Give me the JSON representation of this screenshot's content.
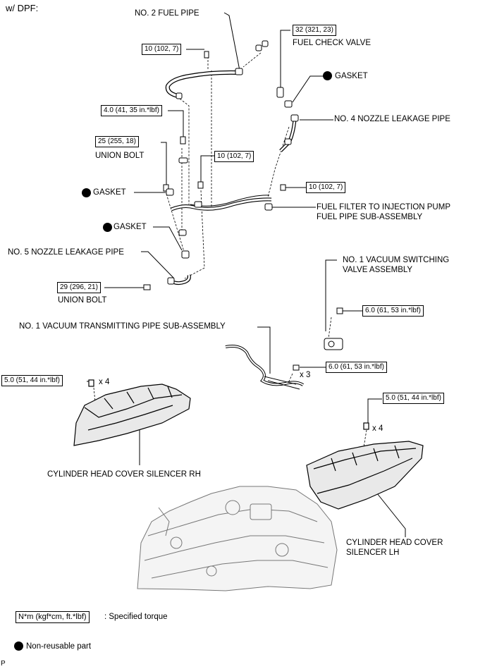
{
  "header": {
    "variant": "w/ DPF:"
  },
  "labels": {
    "no2_fuel_pipe": "NO. 2 FUEL PIPE",
    "fuel_check_valve": "FUEL CHECK VALVE",
    "gasket": "GASKET",
    "no4_nozzle_leakage_pipe": "NO. 4 NOZZLE LEAKAGE PIPE",
    "union_bolt": "UNION BOLT",
    "fuel_filter_pipe_line1": "FUEL FILTER TO INJECTION PUMP",
    "fuel_filter_pipe_line2": "FUEL PIPE SUB-ASSEMBLY",
    "no5_nozzle_leakage_pipe": "NO. 5 NOZZLE LEAKAGE PIPE",
    "vsv_line1": "NO. 1 VACUUM SWITCHING",
    "vsv_line2": "VALVE ASSEMBLY",
    "vacuum_pipe": "NO. 1 VACUUM TRANSMITTING PIPE SUB-ASSEMBLY",
    "silencer_rh": "CYLINDER HEAD COVER SILENCER RH",
    "silencer_lh_line1": "CYLINDER HEAD COVER",
    "silencer_lh_line2": "SILENCER LH"
  },
  "torques": {
    "t_no2_fuel_pipe": "10 (102, 7)",
    "t_check_valve": "32 (321, 23)",
    "t_bolt_4_0": "4.0 (41, 35 in.*lbf)",
    "t_union_bolt_upper": "25 (255, 18)",
    "t_center_bolt": "10 (102, 7)",
    "t_right_bolt": "10 (102, 7)",
    "t_union_bolt_lower": "29 (296, 21)",
    "t_vsv": "6.0 (61, 53 in.*lbf)",
    "t_vacuum_pipe": "6.0 (61, 53 in.*lbf)",
    "t_silencer_rh": "5.0 (51, 44 in.*lbf)",
    "t_silencer_lh": "5.0 (51, 44 in.*lbf)"
  },
  "quantities": {
    "q_vacuum_pipe": "x 3",
    "q_silencer_rh": "x 4",
    "q_silencer_lh": "x 4"
  },
  "legend": {
    "torque_box": "N*m (kgf*cm, ft.*lbf)",
    "torque_desc": ": Specified torque",
    "non_reusable": "Non-reusable part"
  },
  "footer": {
    "code": "P"
  }
}
